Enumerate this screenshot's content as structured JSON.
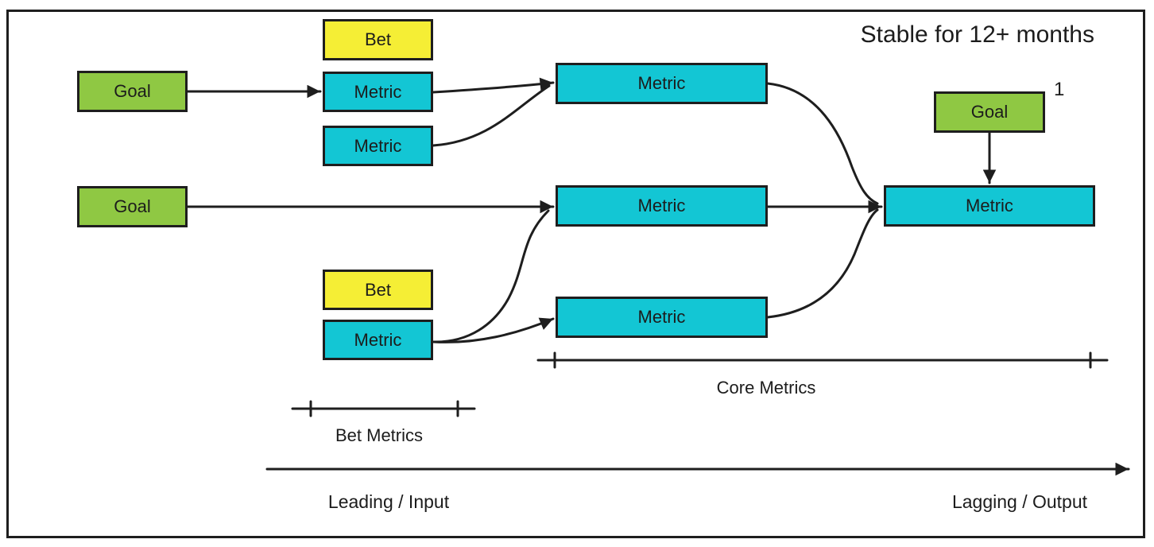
{
  "labels": {
    "stability_note": "Stable for 12+ months",
    "goal3_superscript": "1",
    "bet_metrics_bracket": "Bet Metrics",
    "core_metrics_bracket": "Core Metrics",
    "axis_left": "Leading / Input",
    "axis_right": "Lagging / Output"
  },
  "nodes": {
    "goal1": {
      "label": "Goal",
      "type": "goal"
    },
    "goal2": {
      "label": "Goal",
      "type": "goal"
    },
    "goal3": {
      "label": "Goal",
      "type": "goal"
    },
    "bet1": {
      "label": "Bet",
      "type": "bet"
    },
    "bet2": {
      "label": "Bet",
      "type": "bet"
    },
    "bet_metric1": {
      "label": "Metric",
      "type": "metric"
    },
    "bet_metric2": {
      "label": "Metric",
      "type": "metric"
    },
    "bet_metric3": {
      "label": "Metric",
      "type": "metric"
    },
    "core_metric1": {
      "label": "Metric",
      "type": "metric"
    },
    "core_metric2": {
      "label": "Metric",
      "type": "metric"
    },
    "core_metric3": {
      "label": "Metric",
      "type": "metric"
    },
    "output_metric": {
      "label": "Metric",
      "type": "metric"
    }
  },
  "edges": [
    {
      "from": "goal1",
      "to": "bet_metric1"
    },
    {
      "from": "bet_metric1",
      "to": "core_metric1"
    },
    {
      "from": "bet_metric2",
      "to": "core_metric1"
    },
    {
      "from": "goal2",
      "to": "core_metric2"
    },
    {
      "from": "bet_metric3",
      "to": "core_metric2"
    },
    {
      "from": "bet_metric3",
      "to": "core_metric3"
    },
    {
      "from": "core_metric1",
      "to": "output_metric"
    },
    {
      "from": "core_metric2",
      "to": "output_metric"
    },
    {
      "from": "core_metric3",
      "to": "output_metric"
    },
    {
      "from": "goal3",
      "to": "output_metric"
    }
  ],
  "colors": {
    "goal": "#8fc843",
    "bet": "#f5ee35",
    "metric": "#13c6d4",
    "line": "#1e1e1e",
    "text": "#1c1c1c",
    "background": "#ffffff"
  }
}
